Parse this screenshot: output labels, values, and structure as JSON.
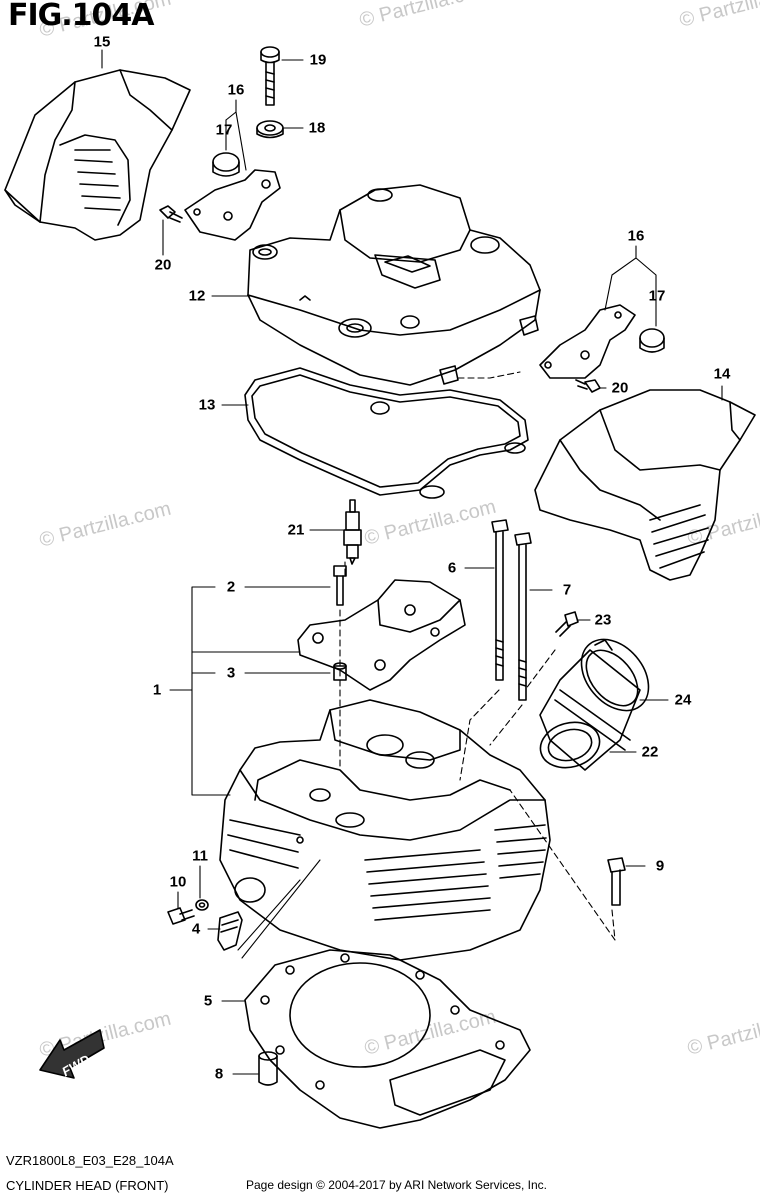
{
  "figure": {
    "title": "FIG.104A",
    "watermark": "© Partzilla.com",
    "fwd_label": "FWD"
  },
  "footer": {
    "code": "VZR1800L8_E03_E28_104A",
    "name": "CYLINDER HEAD (FRONT)",
    "credit": "Page design © 2004-2017 by ARI Network Services, Inc."
  },
  "callouts": [
    {
      "id": "1",
      "label": "1"
    },
    {
      "id": "2",
      "label": "2"
    },
    {
      "id": "3",
      "label": "3"
    },
    {
      "id": "4",
      "label": "4"
    },
    {
      "id": "5",
      "label": "5"
    },
    {
      "id": "6",
      "label": "6"
    },
    {
      "id": "7",
      "label": "7"
    },
    {
      "id": "8",
      "label": "8"
    },
    {
      "id": "9",
      "label": "9"
    },
    {
      "id": "10",
      "label": "10"
    },
    {
      "id": "11",
      "label": "11"
    },
    {
      "id": "12",
      "label": "12"
    },
    {
      "id": "13",
      "label": "13"
    },
    {
      "id": "14",
      "label": "14"
    },
    {
      "id": "15",
      "label": "15"
    },
    {
      "id": "16a",
      "label": "16"
    },
    {
      "id": "16b",
      "label": "16"
    },
    {
      "id": "17a",
      "label": "17"
    },
    {
      "id": "17b",
      "label": "17"
    },
    {
      "id": "18",
      "label": "18"
    },
    {
      "id": "19",
      "label": "19"
    },
    {
      "id": "20a",
      "label": "20"
    },
    {
      "id": "20b",
      "label": "20"
    },
    {
      "id": "21",
      "label": "21"
    },
    {
      "id": "22",
      "label": "22"
    },
    {
      "id": "23",
      "label": "23"
    },
    {
      "id": "24",
      "label": "24"
    }
  ]
}
